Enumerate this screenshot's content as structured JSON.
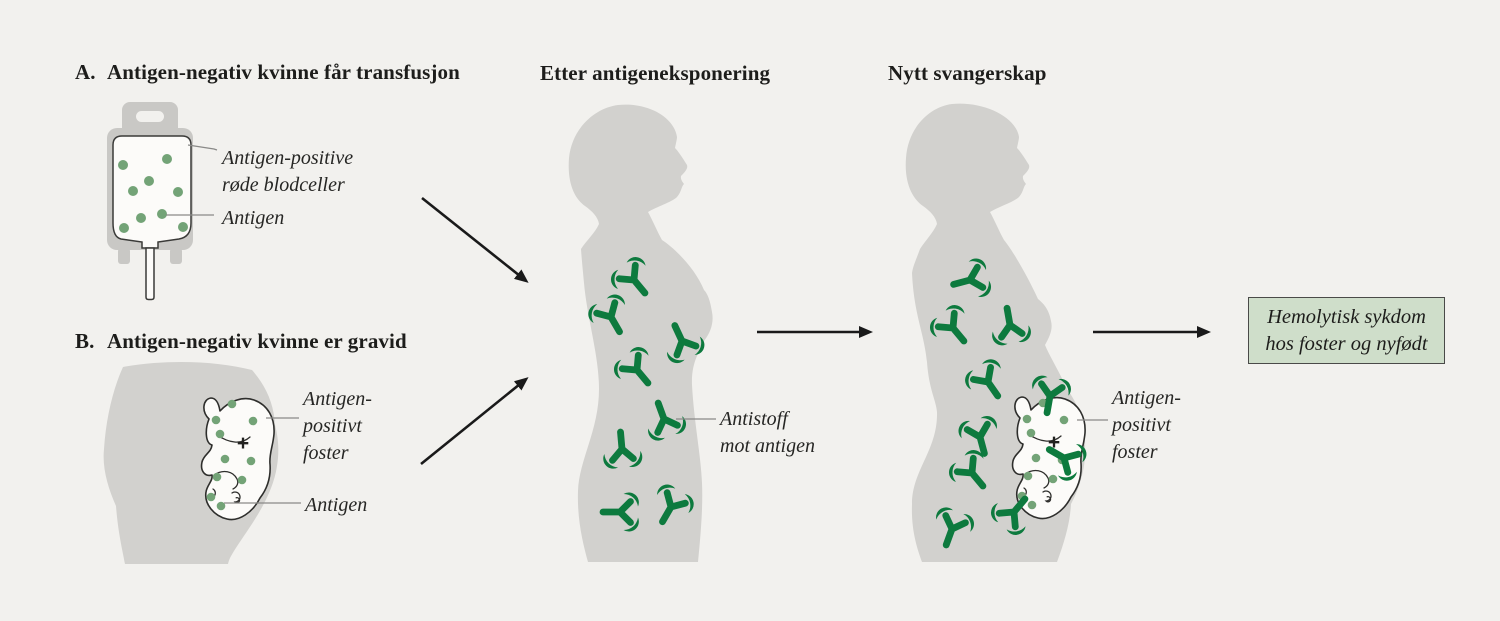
{
  "diagram": {
    "panel_a": {
      "label": "A.",
      "title": "Antigen-negativ kvinne får transfusjon",
      "callout1_line1": "Antigen-positive",
      "callout1_line2": "røde blodceller",
      "callout2": "Antigen"
    },
    "panel_b": {
      "label": "B.",
      "title": "Antigen-negativ kvinne er gravid",
      "callout1_line1": "Antigen-",
      "callout1_line2": "positivt",
      "callout1_line3": "foster",
      "callout2": "Antigen"
    },
    "stage_exposure": {
      "title": "Etter antigeneksponering",
      "callout_line1": "Antistoff",
      "callout_line2": "mot antigen"
    },
    "stage_pregnancy": {
      "title": "Nytt svangerskap",
      "callout_line1": "Antigen-",
      "callout_line2": "positivt",
      "callout_line3": "foster"
    },
    "outcome": {
      "line1": "Hemolytisk sykdom",
      "line2": "hos foster og nyfødt"
    },
    "fetus_plus": "+"
  },
  "icons": {
    "antibody": "antibody-y-icon",
    "antigen_dot": "antigen-dot-icon",
    "blood_bag": "blood-bag-icon",
    "fetus": "fetus-icon",
    "arrow": "flow-arrow-icon"
  },
  "colors": {
    "background": "#f2f1ee",
    "silhouette_gray": "#d2d1ce",
    "bag_gray": "#c9c8c5",
    "antibody_green": "#0d7a3e",
    "cell_green": "#73a377",
    "outcome_box_fill": "#cfdeca",
    "outcome_box_border": "#4a4a48",
    "text": "#1d1d1b",
    "callout_line_gray": "#8a8a88",
    "arrow_black": "#1a1a1a",
    "fetus_fill": "#fcfbf9"
  }
}
